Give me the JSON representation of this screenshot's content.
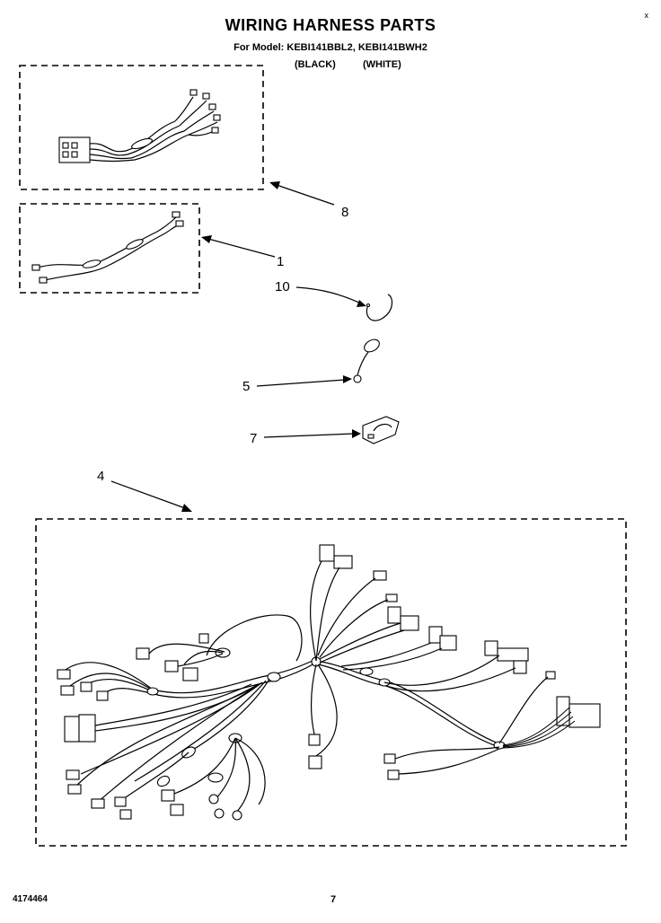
{
  "header": {
    "title": "WIRING HARNESS PARTS",
    "model_line": "For Model: KEBI141BBL2, KEBI141BWH2",
    "color_black": "(BLACK)",
    "color_white": "(WHITE)",
    "corner_mark": "x"
  },
  "callouts": {
    "c8": "8",
    "c1": "1",
    "c10": "10",
    "c5": "5",
    "c7": "7",
    "c4": "4"
  },
  "footer": {
    "doc_number": "4174464",
    "page_number": "7"
  }
}
